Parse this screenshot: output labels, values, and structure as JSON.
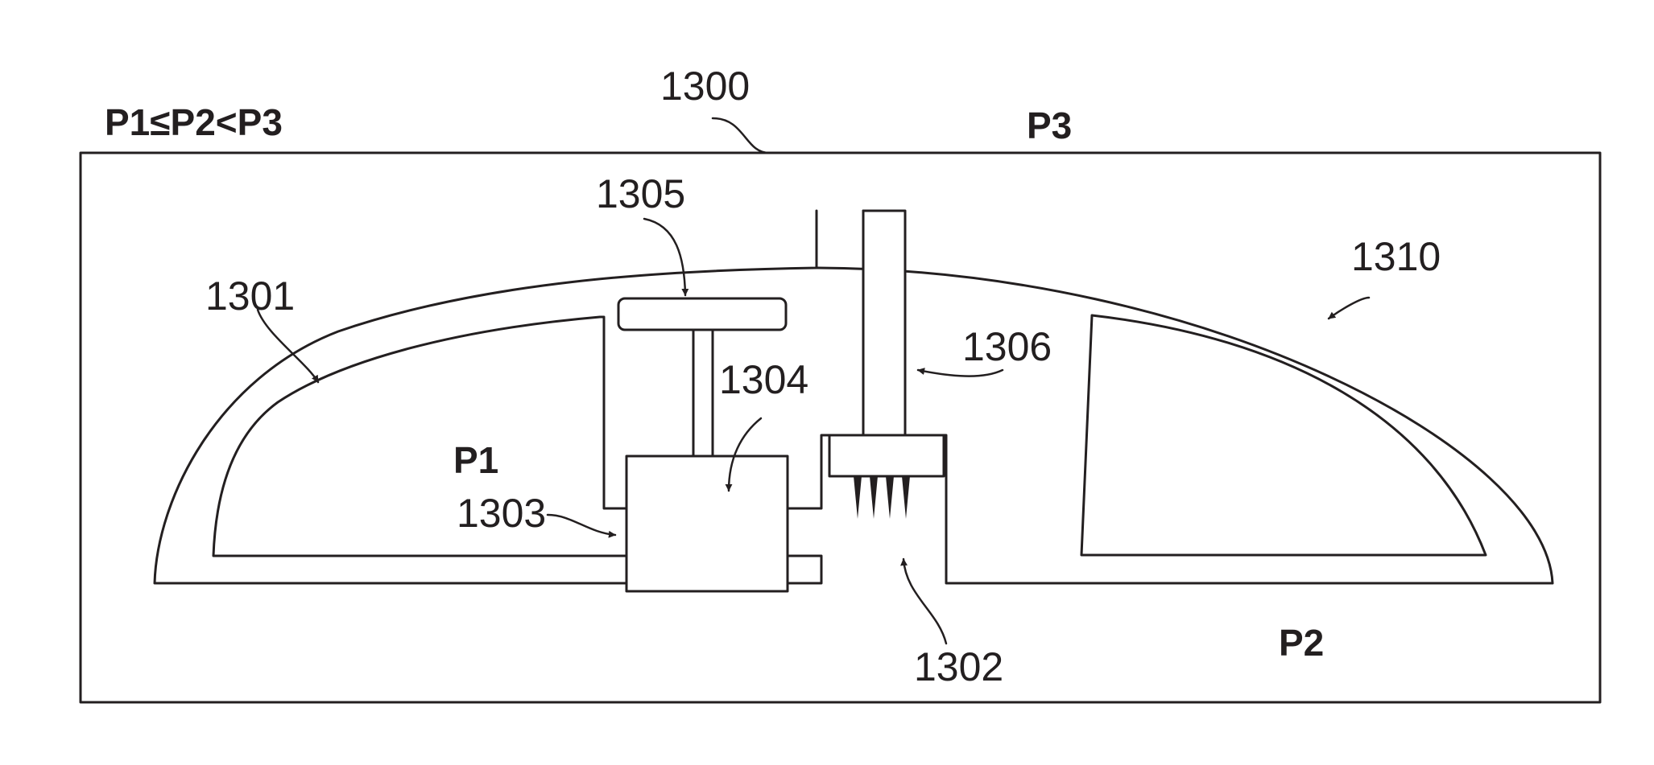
{
  "diagram": {
    "relation_label": "P1≤P2<P3",
    "pressure_labels": {
      "p1": "P1",
      "p2": "P2",
      "p3": "P3"
    },
    "reference_numerals": {
      "r1300": "1300",
      "r1301": "1301",
      "r1302": "1302",
      "r1303": "1303",
      "r1304": "1304",
      "r1305": "1305",
      "r1306": "1306",
      "r1310": "1310"
    },
    "colors": {
      "line": "#231f20",
      "background": "#ffffff"
    }
  }
}
